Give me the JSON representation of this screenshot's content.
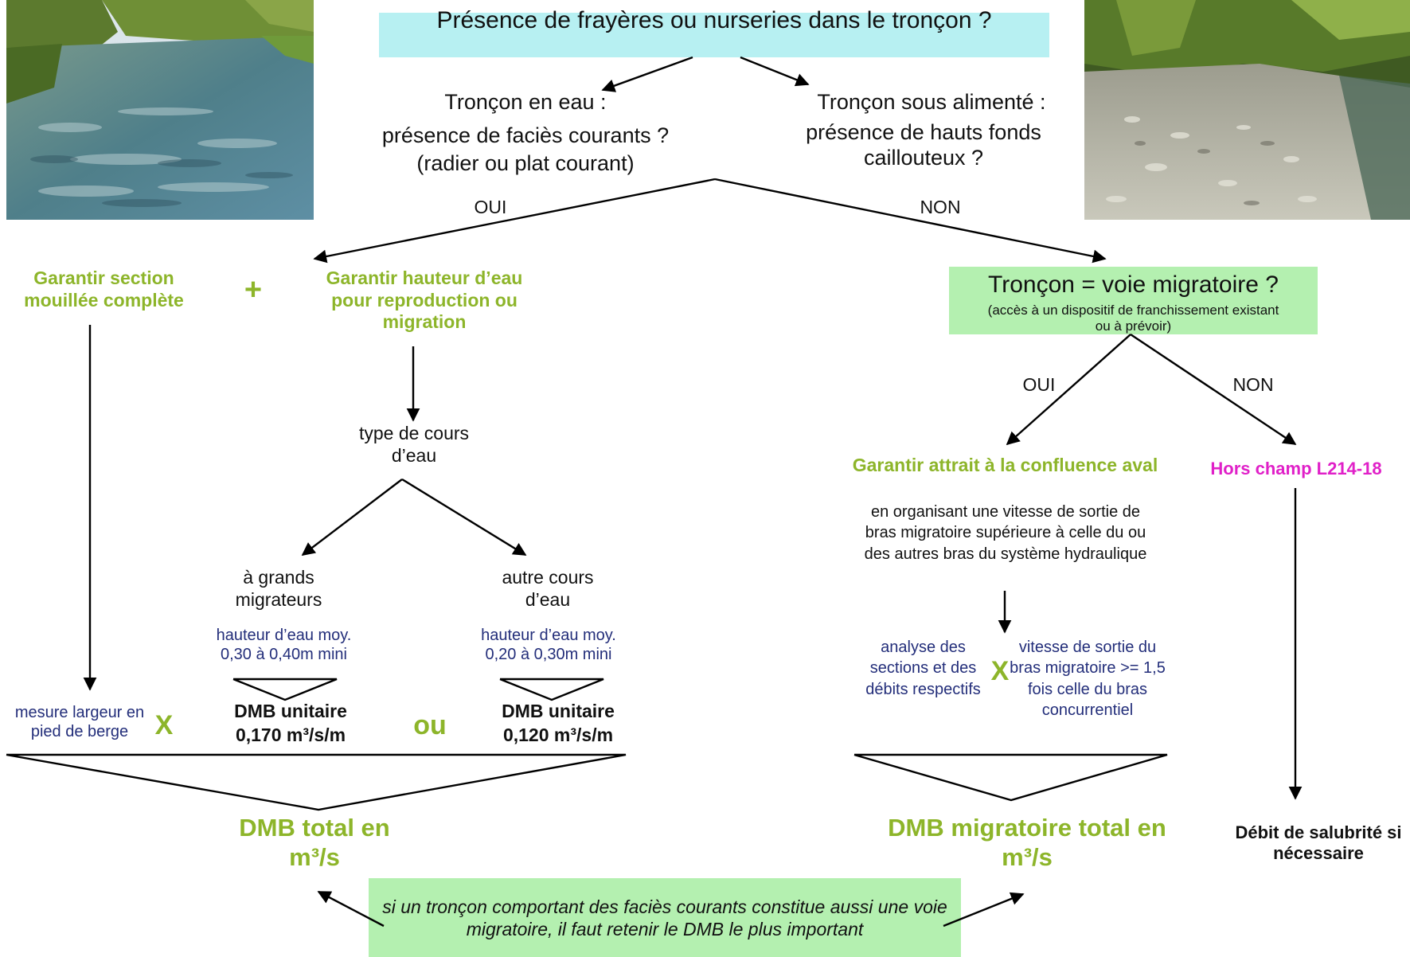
{
  "question_top": "Présence de frayères ou nurseries dans le tronçon ?",
  "left_branch": {
    "title": "Tronçon en eau :",
    "question": "présence de faciès courants ?",
    "detail": "(radier ou plat courant)"
  },
  "right_branch": {
    "title": "Tronçon sous alimenté :",
    "question": "présence de hauts fonds caillouteux ?"
  },
  "edge_oui_main": "OUI",
  "edge_non_main": "NON",
  "garantir_section": "Garantir section mouillée complète",
  "plus_sign": "+",
  "garantir_hauteur": "Garantir hauteur d’eau pour reproduction ou migration",
  "type_cours": "type de cours d’eau",
  "grands_migrateurs": "à grands migrateurs",
  "autre_cours": "autre cours d’eau",
  "hauteur_grands": "hauteur d’eau moy. 0,30 à 0,40m mini",
  "hauteur_autre": "hauteur d’eau moy. 0,20 à 0,30m mini",
  "dmb_unitaire_label": "DMB unitaire",
  "dmb_grands_value": "0,170 m³/s/m",
  "dmb_autre_value": "0,120 m³/s/m",
  "mesure_largeur": "mesure largeur en pied de berge",
  "times_sign": "X",
  "ou_label": "ou",
  "dmb_total": "DMB total en m³/s",
  "voie_migratoire_title": "Tronçon = voie migratoire ?",
  "voie_migratoire_note": "(accès à un dispositif de franchissement existant ou à prévoir)",
  "edge_oui_right": "OUI",
  "edge_non_right": "NON",
  "garantir_attrait_title": "Garantir attrait à la confluence aval",
  "garantir_attrait_body": "en organisant une vitesse de sortie de bras migratoire supérieure à celle du ou des autres bras du système hydraulique",
  "hors_champ": "Hors champ L214-18",
  "analyse_sections": "analyse des sections et des débits respectifs",
  "vitesse_sortie": "vitesse de sortie du bras migratoire >= 1,5 fois celle du bras concurrentiel",
  "dmb_migratoire_total": "DMB migratoire total en m³/s",
  "debit_salubrite": "Débit de salubrité si nécessaire",
  "bottom_note": "si un tronçon comportant des faciès courants constitue aussi une voie migratoire, il faut retenir le DMB le plus important",
  "colors": {
    "green_text": "#8db52a",
    "navy_text": "#232e7a",
    "magenta_text": "#e020c8",
    "cyan_box": "#b7f0f2",
    "green_box": "#b4f0b0"
  }
}
